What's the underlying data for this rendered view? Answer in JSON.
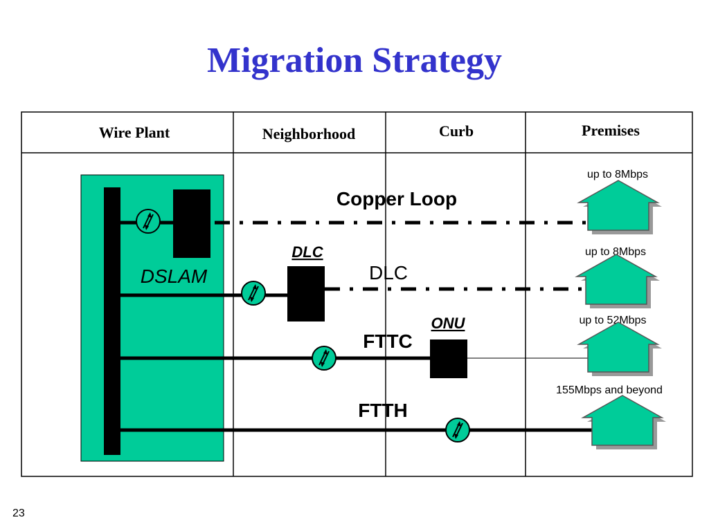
{
  "title": "Migration Strategy",
  "columns": [
    "Wire Plant",
    "Neighborhood",
    "Curb",
    "Premises"
  ],
  "dslam_label": "DSLAM",
  "rows": [
    {
      "name": "Copper Loop",
      "speed": "up to 8Mbps"
    },
    {
      "name": "DLC",
      "speed": "up to 8Mbps",
      "box_label": "DLC"
    },
    {
      "name": "FTTC",
      "speed": "up to 52Mbps",
      "box_label": "ONU"
    },
    {
      "name": "FTTH",
      "speed": "155Mbps and beyond"
    }
  ],
  "page_number": "23",
  "colors": {
    "title": "#3333cc",
    "panel": "#00cc99",
    "house": "#00cc99",
    "line": "#000000"
  },
  "icons": [
    "transceiver-icon",
    "house-icon"
  ]
}
